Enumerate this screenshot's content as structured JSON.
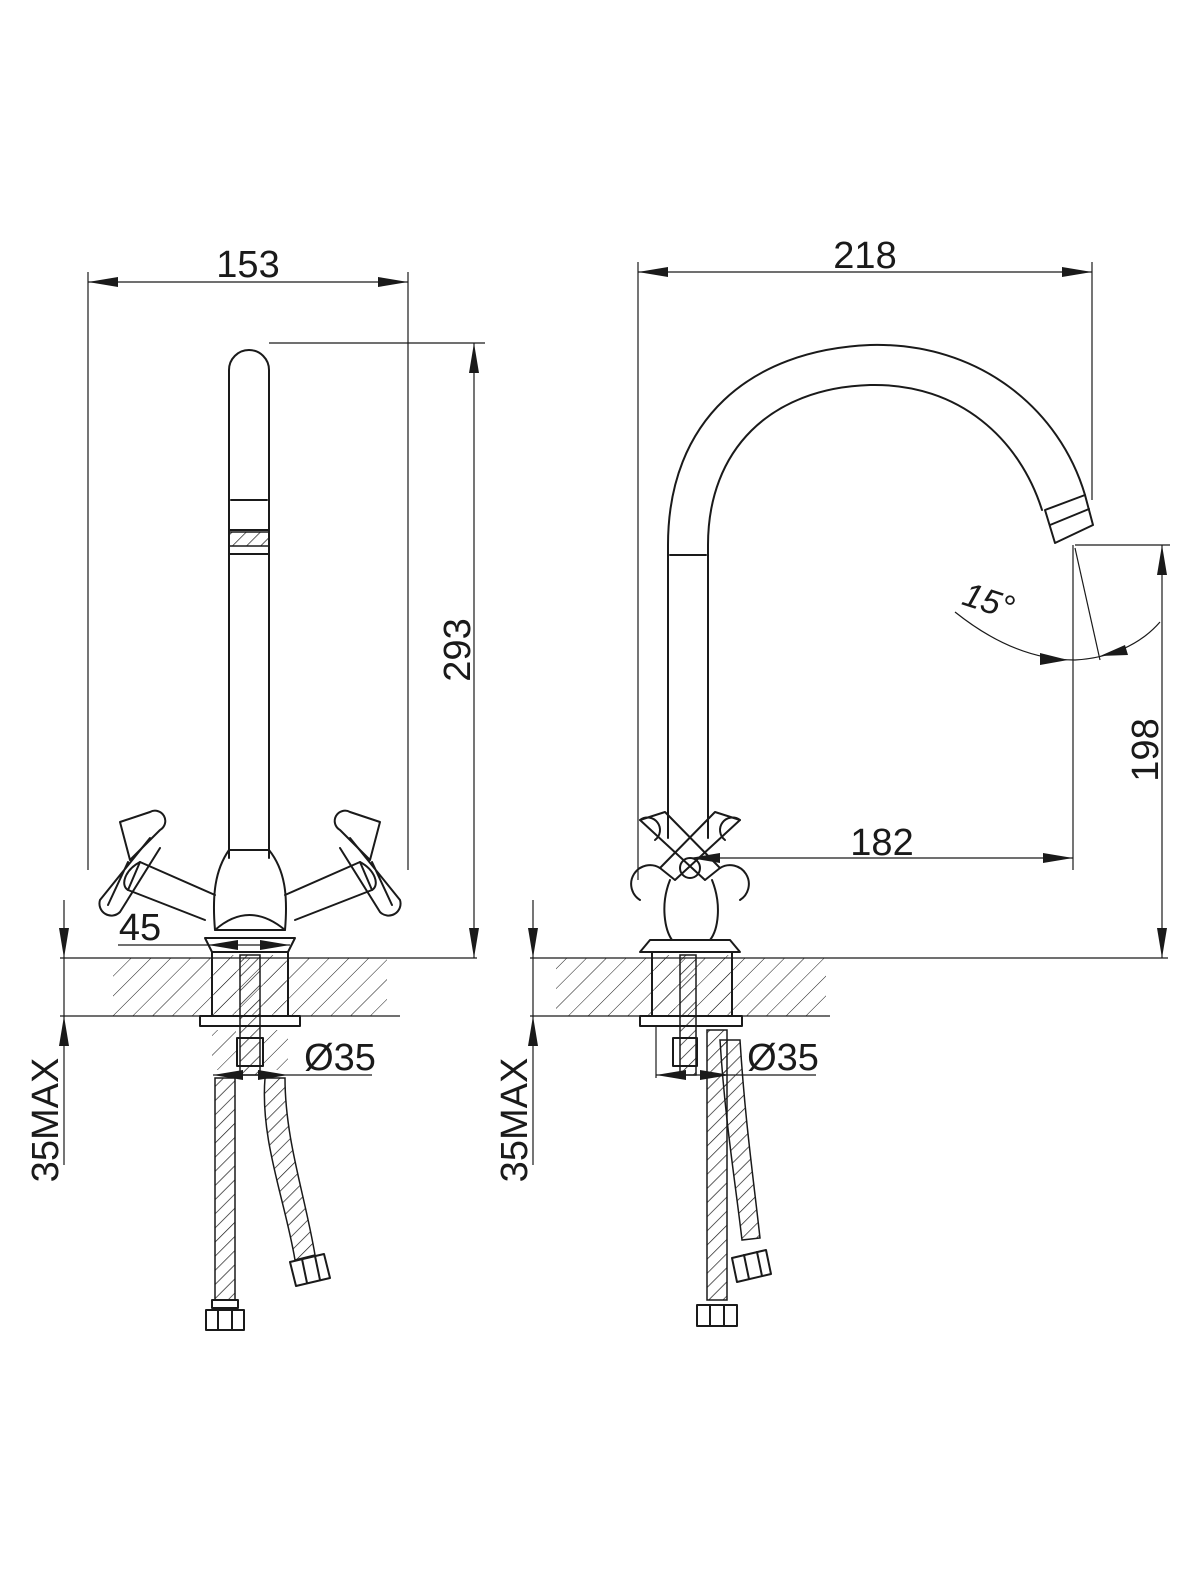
{
  "front_view": {
    "width": "153",
    "height": "293",
    "base": "45",
    "hole_diameter": "Ø35",
    "counter_thickness": "35MAX"
  },
  "side_view": {
    "reach_total": "218",
    "reach_spout": "182",
    "spout_height": "198",
    "angle": "15°",
    "hole_diameter": "Ø35",
    "counter_thickness": "35MAX"
  }
}
